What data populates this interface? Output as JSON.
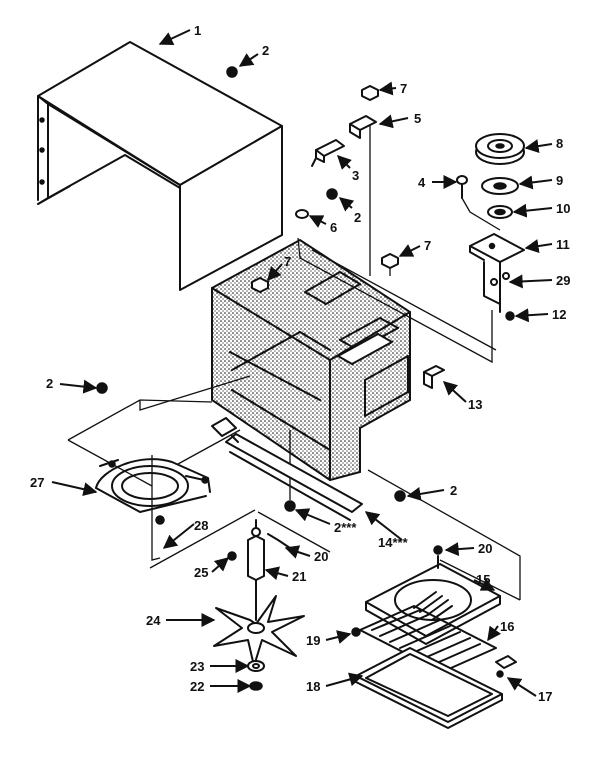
{
  "diagram": {
    "labels": {
      "p1": "1",
      "p2a": "2",
      "p2b": "2",
      "p2c": "2",
      "p2d": "2",
      "p2e": "2***",
      "p3": "3",
      "p4": "4",
      "p5": "5",
      "p6": "6",
      "p7a": "7",
      "p7b": "7",
      "p7c": "7",
      "p8": "8",
      "p9": "9",
      "p10": "10",
      "p11": "11",
      "p29": "29",
      "p12": "12",
      "p13": "13",
      "p14": "14***",
      "p20a": "20",
      "p20b": "20",
      "p27": "27",
      "p28": "28",
      "p25": "25",
      "p21": "21",
      "p24": "24",
      "p23": "23",
      "p22": "22",
      "p15": "15",
      "p16": "16",
      "p19": "19",
      "p18": "18",
      "p17": "17"
    }
  }
}
